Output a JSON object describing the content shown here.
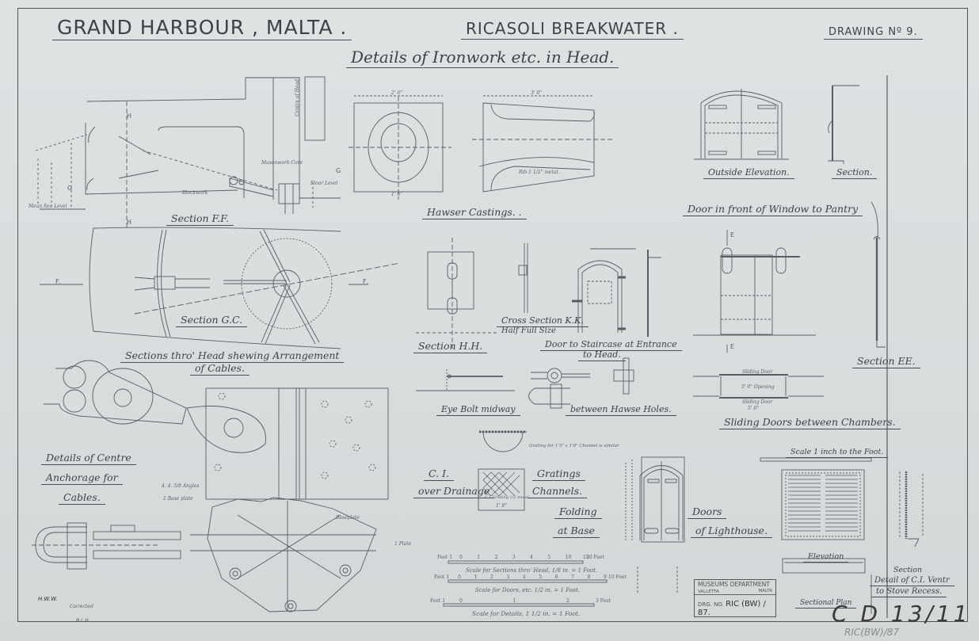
{
  "header": {
    "title_1": "GRAND HARBOUR , MALTA .",
    "title_2": "RICASOLI BREAKWATER .",
    "drawing_no": "DRAWING Nº 9.",
    "subtitle": "Details of Ironwork etc. in Head."
  },
  "captions": {
    "section_ff": "Section F.F.",
    "section_gc": "Section G.C.",
    "sections_head_1": "Sections thro' Head shewing Arrangement",
    "sections_head_2": "of Cables.",
    "hawser": "Hawser Castings. .",
    "outside_elevation": "Outside Elevation.",
    "section_door": "Section.",
    "door_pantry": "Door in front of Window to Pantry",
    "section_hh": "Section H.H.",
    "cross_section_kk": "Cross Section K.K.",
    "half_full_size": "Half Full Size",
    "door_staircase_1": "Door to Staircase at Entrance",
    "door_staircase_2": "to Head.",
    "section_ee": "Section EE.",
    "eye_bolt": "Eye Bolt midway",
    "hawse_holes": "between Hawse Holes.",
    "sliding_doors": "Sliding Doors between Chambers.",
    "centre_1": "Details of Centre",
    "centre_2": "Anchorage for",
    "centre_3": "Cables.",
    "ci": "C. I.",
    "gratings": "Gratings",
    "drainage": "over Drainage",
    "channels": "Channels.",
    "folding": "Folding",
    "doors": "Doors",
    "at_base": "at Base",
    "lighthouse": "of Lighthouse.",
    "scale_inch": "Scale 1 inch to the Foot.",
    "elevation": "Elevation",
    "section_vent": "Section",
    "vent_1": "Detail of C.I. Ventr",
    "vent_2": "to Stove Recess.",
    "sectional_plan": "Sectional Plan"
  },
  "scales": [
    {
      "label": "Scale for Sections thro' Head, 1/8 in. = 1 Foot.",
      "left": "Feet 1",
      "right": "20 Feet",
      "ticks": [
        "0",
        "1",
        "2",
        "3",
        "4",
        "5",
        "10",
        "15"
      ]
    },
    {
      "label": "Scale for Doors, etc. 1/2 in. = 1 Foot.",
      "left": "Feet 1",
      "right": "10 Feet",
      "ticks": [
        "0",
        "1",
        "2",
        "3",
        "4",
        "5",
        "6",
        "7",
        "8",
        "9"
      ]
    },
    {
      "label": "Scale for Details, 1 1/2 in. = 1 Foot.",
      "left": "Feet 1",
      "right": "3 Feet",
      "ticks": [
        "0",
        "1",
        "2"
      ]
    }
  ],
  "annotations": {
    "mean_sea_level": "Mean Sea Level",
    "floor_level": "Floor Level",
    "masonry_core": "Masonwork Core",
    "centre_of_head": "Centre of Head",
    "blockwork": "Blockwork",
    "f_mark": "F.",
    "g_mark": "G",
    "h_mark": "H",
    "e_mark": "E",
    "dim_2_6": "2' 6\"",
    "dim_3_0": "3' 0\"",
    "dim_1_6": "1' 6\"",
    "rib_metal": "Rib 1 1/2\" metal.",
    "opening_5_0": "5' 0\" Opening",
    "sliding_door": "Sliding Door",
    "dim_5_6": "5' 6\"",
    "base_plate": "1 Base plate",
    "angles": "4. 4. 5/8 Angles",
    "plate": "1 Plate",
    "baseplate": "Baseplate",
    "ci_grating": "C.I. Grating 1/2 metal",
    "grating_note": "Grating for 1'3\" x 1'0\" Channel is similar",
    "dim_1_8": "1' 8\""
  },
  "stamp": {
    "line1": "MUSEUMS DEPARTMENT",
    "city": "VALLETTA",
    "country": "MALTA",
    "drg_label": "DRG. NO.",
    "drg_no": "RIC (BW) / 87."
  },
  "handwritten": {
    "ref": "C D 13/11",
    "ref_pencil": "RIC(BW)/87",
    "initials_1": "H.W.W.",
    "initials_2": "Corrected",
    "initials_3": "B.L.H."
  },
  "colors": {
    "paper": "#dcdfe0",
    "ink": "#3e4246"
  }
}
